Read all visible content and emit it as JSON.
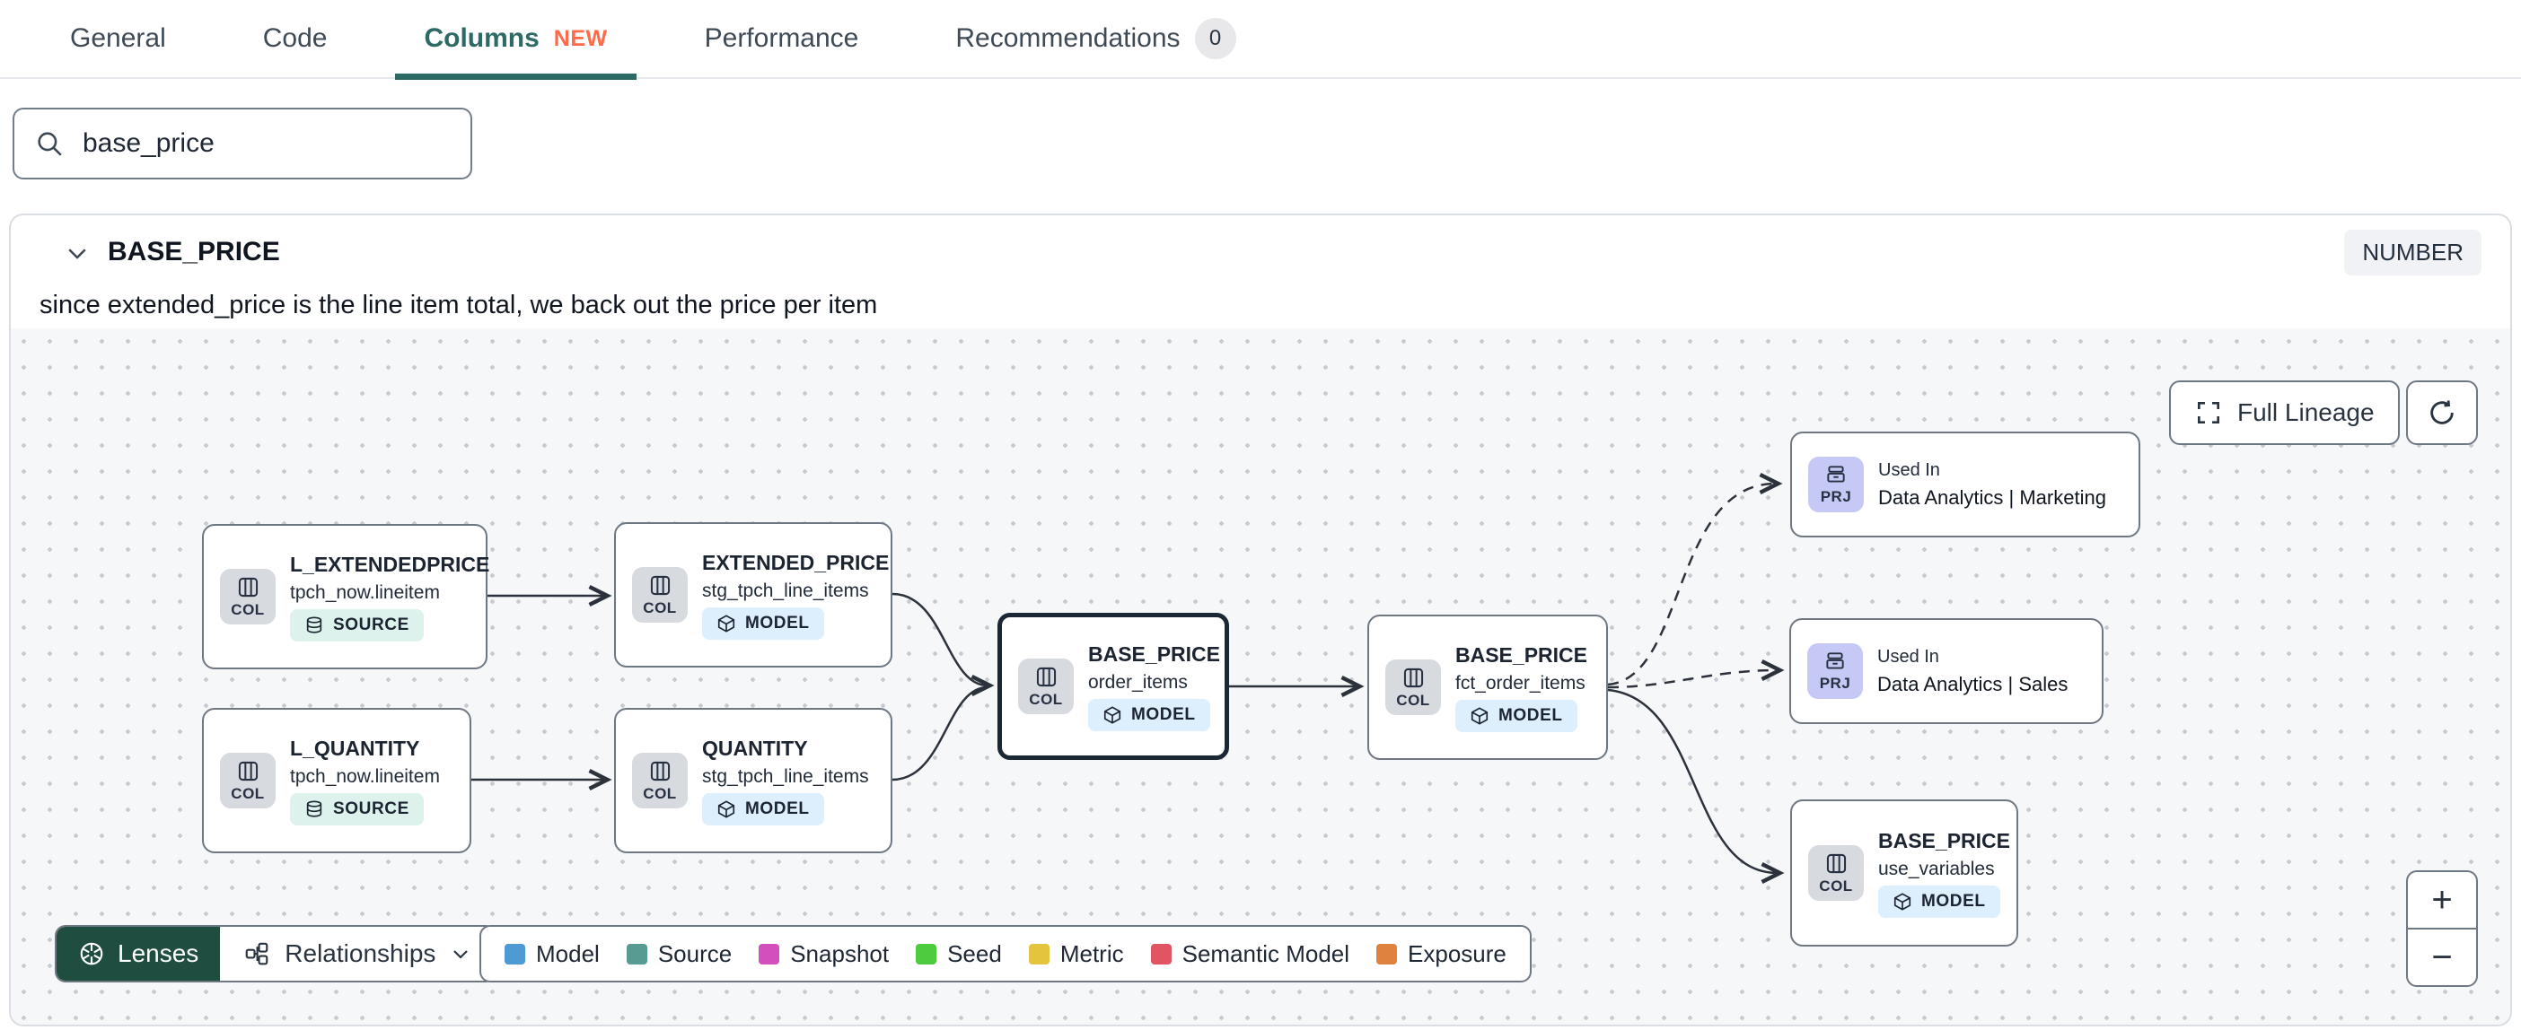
{
  "tabs": [
    {
      "label": "General"
    },
    {
      "label": "Code"
    },
    {
      "label": "Columns",
      "badge": "NEW"
    },
    {
      "label": "Performance"
    },
    {
      "label": "Recommendations",
      "count": "0"
    }
  ],
  "search": {
    "value": "base_price"
  },
  "column": {
    "name": "BASE_PRICE",
    "type": "NUMBER",
    "description": "since extended_price is the line item total, we back out the price per item"
  },
  "toolbar": {
    "full_lineage": "Full Lineage"
  },
  "footer": {
    "lenses": "Lenses",
    "relationships": "Relationships"
  },
  "zoom": {
    "in": "+",
    "out": "−"
  },
  "legend": [
    {
      "label": "Model",
      "color": "#4E9BD4"
    },
    {
      "label": "Source",
      "color": "#579B93"
    },
    {
      "label": "Snapshot",
      "color": "#D44FBE"
    },
    {
      "label": "Seed",
      "color": "#4FCB40"
    },
    {
      "label": "Metric",
      "color": "#E4C43D"
    },
    {
      "label": "Semantic Model",
      "color": "#E15563"
    },
    {
      "label": "Exposure",
      "color": "#E0823F"
    }
  ],
  "nodes": [
    {
      "title": "L_EXTENDEDPRICE",
      "subtitle": "tpch_now.lineitem",
      "icon": "COL",
      "badge": "SOURCE"
    },
    {
      "title": "L_QUANTITY",
      "subtitle": "tpch_now.lineitem",
      "icon": "COL",
      "badge": "SOURCE"
    },
    {
      "title": "EXTENDED_PRICE",
      "subtitle": "stg_tpch_line_items",
      "icon": "COL",
      "badge": "MODEL"
    },
    {
      "title": "QUANTITY",
      "subtitle": "stg_tpch_line_items",
      "icon": "COL",
      "badge": "MODEL"
    },
    {
      "title": "BASE_PRICE",
      "subtitle": "order_items",
      "icon": "COL",
      "badge": "MODEL"
    },
    {
      "title": "BASE_PRICE",
      "subtitle": "fct_order_items",
      "icon": "COL",
      "badge": "MODEL"
    },
    {
      "title": "Used In",
      "subtitle": "Data Analytics | Marketing",
      "icon": "PRJ"
    },
    {
      "title": "Used In",
      "subtitle": "Data Analytics | Sales",
      "icon": "PRJ"
    },
    {
      "title": "BASE_PRICE",
      "subtitle": "use_variables",
      "icon": "COL",
      "badge": "MODEL"
    }
  ]
}
